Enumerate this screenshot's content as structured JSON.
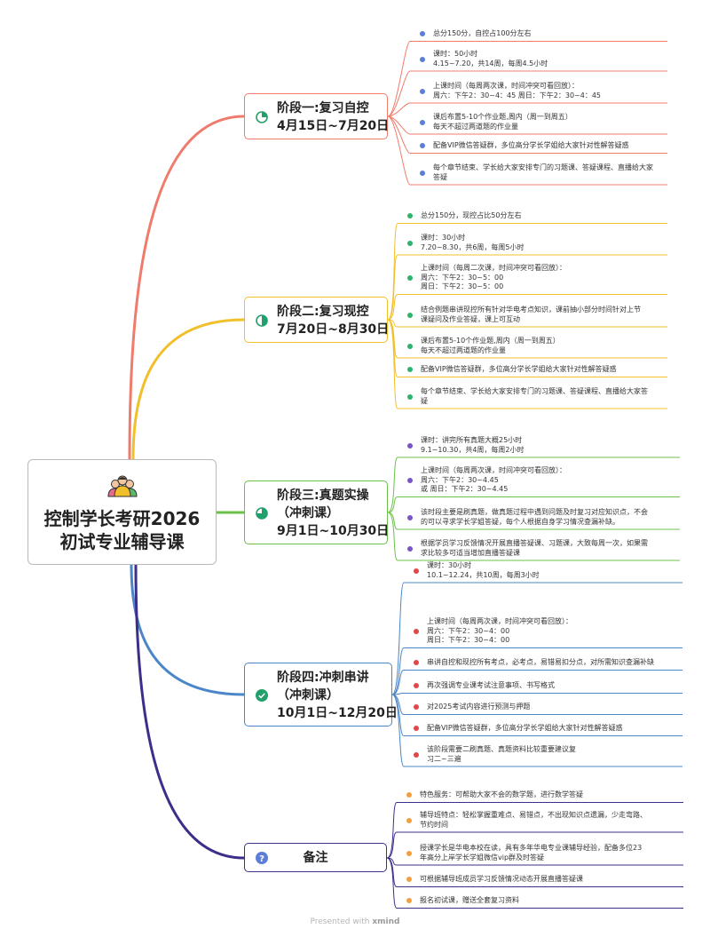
{
  "central": {
    "title_line1": "控制学长考研2026",
    "title_line2": "初试专业辅导课"
  },
  "branches": [
    {
      "label_line1": "阶段一:复习自控",
      "label_line2": "4月15日~7月20日",
      "color": "#ef7b6c",
      "dot_color": "#5b7fd6",
      "leaves": [
        {
          "lines": [
            "总分150分，自控占100分左右"
          ]
        },
        {
          "lines": [
            "课时：50小时",
            "4.15~7.20，共14周，每周4.5小时"
          ]
        },
        {
          "lines": [
            "上课时间（每周两次课，时间冲突可看回放）：",
            " 周六：下午2：30~4：45     周日：下午2：30~4：45"
          ]
        },
        {
          "lines": [
            "课后布置5-10个作业题,周内（周一到周五）",
            "每天不超过两道题的作业量"
          ]
        },
        {
          "lines": [
            "配备VIP微信答疑群，多位高分学长学姐给大家针对性解答疑惑"
          ]
        },
        {
          "lines": [
            "每个章节结束、学长给大家安排专门的习题课、答疑课程、直播给大家",
            "答疑"
          ]
        }
      ]
    },
    {
      "label_line1": "阶段二:复习现控",
      "label_line2": "7月20日~8月30日",
      "color": "#f1bf2a",
      "dot_color": "#2db36c",
      "leaves": [
        {
          "lines": [
            "总分150分，现控占比50分左右"
          ]
        },
        {
          "lines": [
            "课时：30小时",
            "7.20~8.30，共6周，每周5小时"
          ]
        },
        {
          "lines": [
            "上课时间（每周二次课，时间冲突可看回放）：",
            "         周六：下午2：30~5：00",
            "         周日：下午2：30~5：00"
          ]
        },
        {
          "lines": [
            "结合例题串讲现控所有针对华电考点知识，课前抽小部分时间针对上节",
            "课疑问及作业答疑，课上可互动"
          ]
        },
        {
          "lines": [
            "课后布置5-10个作业题,周内（周一到周五）",
            "每天不超过两道题的作业量"
          ]
        },
        {
          "lines": [
            "配备VIP微信答疑群，多位高分学长学姐给大家针对性解答疑惑"
          ]
        },
        {
          "lines": [
            "每个章节结束、学长给大家安排专门的习题课、答疑课程、直播给大家答",
            "疑"
          ]
        }
      ]
    },
    {
      "label_line1": "阶段三:真题实操",
      "label_line2": "（冲刺课）",
      "label_line3": "9月1日~10月30日",
      "color": "#6cc04a",
      "dot_color": "#7a55c8",
      "leaves": [
        {
          "lines": [
            "课时：讲完所有真题大概25小时",
            " 9.1~10.30，共4周，每周2小时"
          ]
        },
        {
          "lines": [
            "上课时间（每周两次课，时间冲突可看回放）：",
            "           周六：下午2：30~4.45",
            "      或 周日：下午2：30~4.45"
          ]
        },
        {
          "lines": [
            "该时段主要是刷真题，做真题过程中遇到问题及时复习对应知识点，不会",
            "的可以寻求学长学姐答疑，每个人根据自身学习情况查漏补缺。"
          ]
        },
        {
          "lines": [
            "根据学员学习反馈情况开展直播答疑课、习题课，大致每周一次，如果需",
            "求比较多可适当增加直播答疑课"
          ]
        }
      ]
    },
    {
      "label_line1": "阶段四:冲刺串讲",
      "label_line2": "（冲刺课）",
      "label_line3": "10月1日~12月20日",
      "color": "#4a86c8",
      "dot_color": "#e04848",
      "leaves": [
        {
          "lines": [
            "课时：30小时",
            "10.1~12.24，共10周，每周3小时"
          ]
        },
        {
          "lines": [
            "上课时间（每周两次课，时间冲突可看回放）：",
            "          周六：下午2：30~4：00",
            "          周日：下午2：30~4：00"
          ]
        },
        {
          "lines": [
            "串讲自控和现控所有考点，必考点，易错易扣分点，对所需知识查漏补缺"
          ]
        },
        {
          "lines": [
            "再次强调专业课考试注意事项、书写格式"
          ]
        },
        {
          "lines": [
            "对2025考试内容进行预测与押题"
          ]
        },
        {
          "lines": [
            "配备VIP微信答疑群，多位高分学长学姐给大家针对性解答疑惑"
          ]
        },
        {
          "lines": [
            "该阶段需要二刷真题、真题资料比较重要建议复",
            "习二~三遍"
          ]
        }
      ]
    },
    {
      "label_line1": "备注",
      "color": "#3b2f8a",
      "dot_color": "#f0a040",
      "leaves": [
        {
          "lines": [
            "特色服务：可帮助大家不会的数学题，进行数学答疑"
          ]
        },
        {
          "lines": [
            "辅导班特点：轻松掌握重难点、易错点，不出现知识点遗漏，少走弯路、",
            "节约时间"
          ]
        },
        {
          "lines": [
            "授课学长是华电本校在读，具有多年华电专业课辅导经验，配备多位23",
            "年高分上岸学长学姐微信vip群及时答疑"
          ]
        },
        {
          "lines": [
            "可根据辅导班成员学习反馈情况动态开展直播答疑课"
          ]
        },
        {
          "lines": [
            "报名初试课，赠送全套复习资料"
          ]
        }
      ]
    }
  ],
  "icons": {
    "central": "people-icon",
    "branch1": "progress-quarter-icon",
    "branch2": "progress-half-icon",
    "branch3": "progress-three-quarter-icon",
    "branch4": "check-circle-icon",
    "branch5": "question-circle-icon"
  },
  "footer": {
    "prefix": "Presented with",
    "brand": "xmind"
  }
}
